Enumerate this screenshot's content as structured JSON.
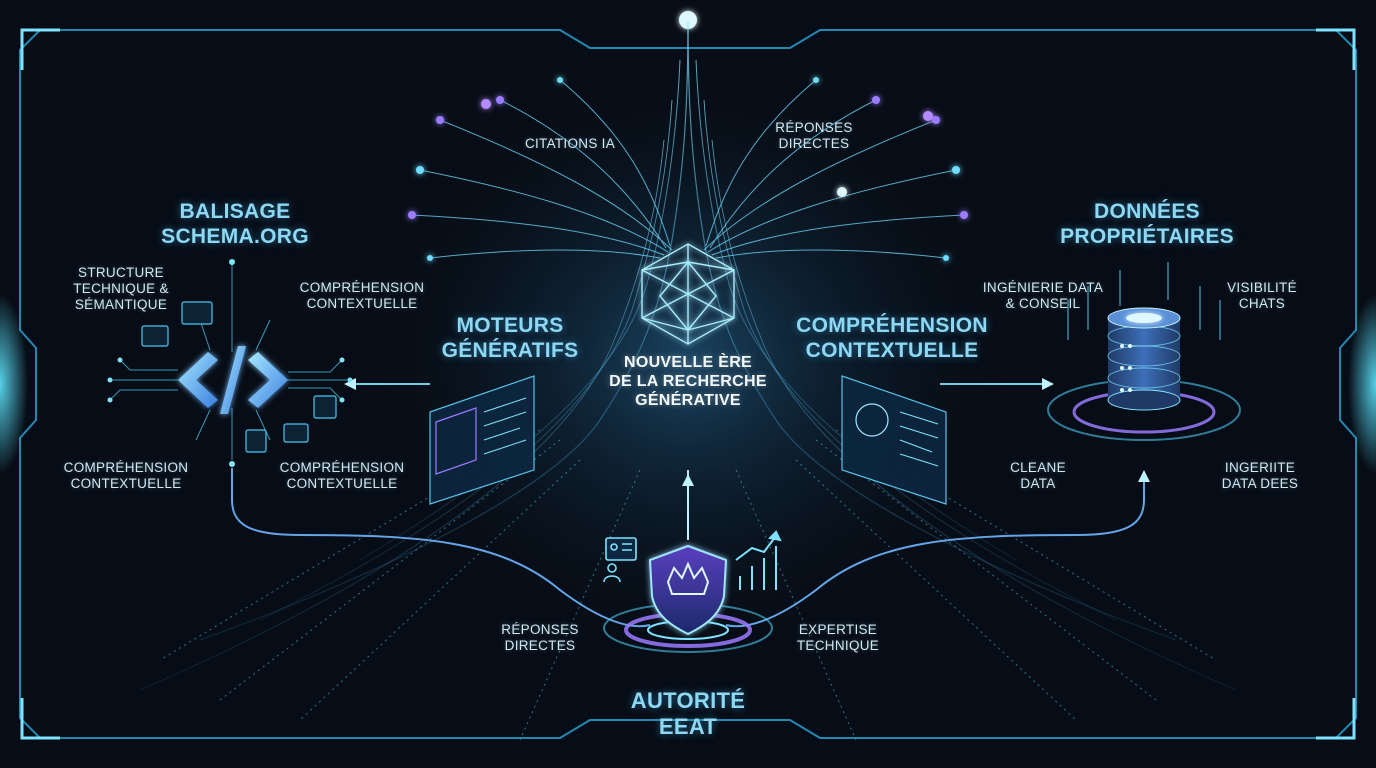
{
  "center": {
    "title": "NOUVELLE ÈRE\nDE LA RECHERCHE\nGÉNÉRATIVE"
  },
  "top": {
    "left_label": "CITATIONS IA",
    "right_label": "RÉPONSES\nDIRECTES"
  },
  "schema": {
    "title": "BALISAGE\nSCHEMA.ORG",
    "labels": {
      "structure": "STRUCTURE\nTECHNIQUE &\nSÉMANTIQUE",
      "top_right": "COMPRÉHENSION\nCONTEXTUELLE",
      "bottom_left": "COMPRÉHENSION\nCONTEXTUELLE",
      "bottom_right": "COMPRÉHENSION\nCONTEXTUELLE"
    },
    "icon_glyph": "</>"
  },
  "engines": {
    "title": "MOTEURS\nGÉNÉRATIFS"
  },
  "context": {
    "title": "COMPRÉHENSION\nCONTEXTUELLE"
  },
  "data": {
    "title": "DONNÉES\nPROPRIÉTAIRES",
    "labels": {
      "engineering": "INGÉNIERIE DATA\n& CONSEIL",
      "visibility": "VISIBILITÉ\nCHATS",
      "clean": "CLEANE\nDATA",
      "integrity": "INGERIITE\nDATA DEES"
    }
  },
  "authority": {
    "title": "AUTORITÉ\nEEAT",
    "left_label": "RÉPONSES\nDIRECTES",
    "right_label": "EXPERTISE\nTECHNIQUE"
  },
  "colors": {
    "background": "#070d16",
    "cyan": "#3fd0ff",
    "light_cyan": "#9fe6ff",
    "purple": "#8a5cff",
    "frame": "#2aa8d8"
  }
}
